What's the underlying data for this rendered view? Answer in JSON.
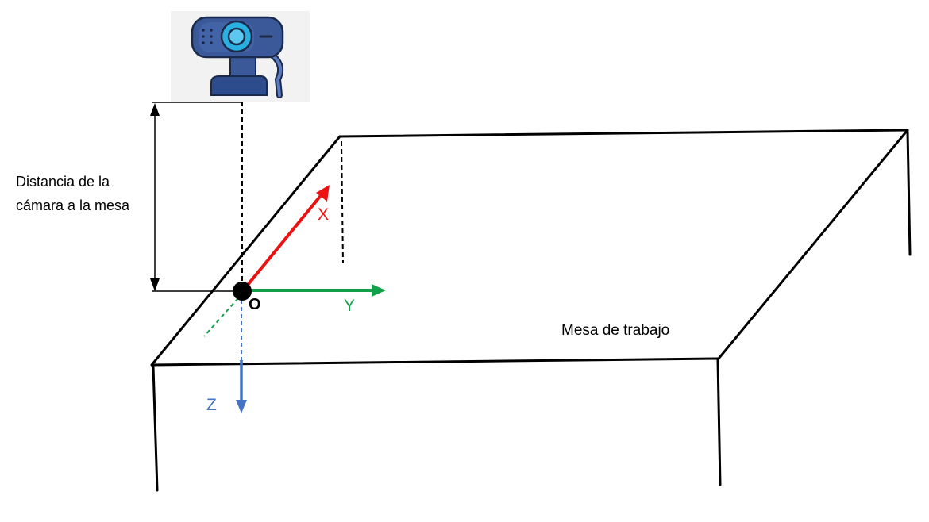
{
  "labels": {
    "distance_line1": "Distancia de la",
    "distance_line2": "cámara a la mesa",
    "table": "Mesa de trabajo",
    "origin": "O",
    "axis_x": "X",
    "axis_y": "Y",
    "axis_z": "Z"
  },
  "colors": {
    "axis_x": "#ee1111",
    "axis_y": "#12a14a",
    "axis_z": "#4472c4",
    "camera_body": "#3b5998",
    "camera_lens": "#2ab0e0",
    "lines": "#000000"
  },
  "icons": {
    "camera": "webcam-icon"
  }
}
